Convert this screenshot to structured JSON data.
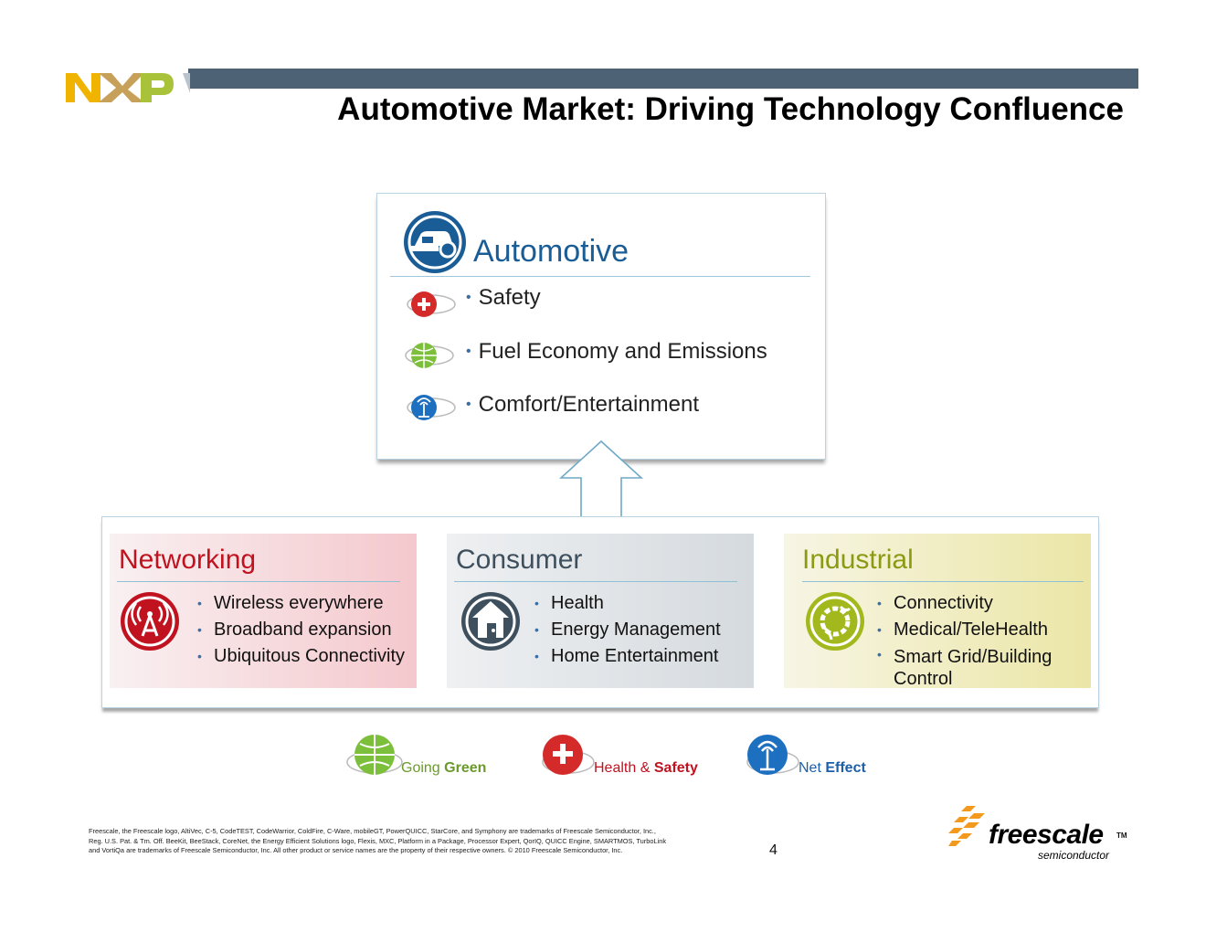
{
  "header": {
    "logo_text": "NXP",
    "title": "Automotive Market: Driving Technology Confluence"
  },
  "automotive": {
    "title": "Automotive",
    "items": [
      {
        "label": "Safety",
        "icon": "health-safety-icon"
      },
      {
        "label": "Fuel Economy and Emissions",
        "icon": "going-green-globe-icon"
      },
      {
        "label": "Comfort/Entertainment",
        "icon": "net-effect-antenna-icon"
      }
    ]
  },
  "markets": [
    {
      "title": "Networking",
      "icon": "wireless-tower-icon",
      "color": "#c0121f",
      "items": [
        "Wireless everywhere",
        "Broadband expansion",
        "Ubiquitous Connectivity"
      ]
    },
    {
      "title": "Consumer",
      "icon": "home-icon",
      "color": "#3e4f5e",
      "items": [
        "Health",
        "Energy Management",
        "Home Entertainment"
      ]
    },
    {
      "title": "Industrial",
      "icon": "gear-globe-icon",
      "color": "#8a9a12",
      "items": [
        "Connectivity",
        "Medical/TeleHealth",
        "Smart Grid/Building Control"
      ]
    }
  ],
  "badges": [
    {
      "pre": "Going ",
      "bold": "Green",
      "color": "#6a9a2a"
    },
    {
      "pre": "Health & ",
      "bold": "Safety",
      "color": "#c0121f"
    },
    {
      "pre": "Net ",
      "bold": "Effect",
      "color": "#1d5ea8"
    }
  ],
  "footer": {
    "legal_1": "Freescale, the Freescale logo, AltiVec, C-5, CodeTEST, CodeWarrior, ColdFire, C-Ware, mobileGT, PowerQUICC, StarCore, and Symphony are trademarks of Freescale Semiconductor, Inc.,",
    "legal_2": "Reg. U.S. Pat. & Tm. Off.  BeeKit, BeeStack, CoreNet, the Energy Efficient Solutions logo, Flexis, MXC, Platform in a Package, Processor Expert, QorIQ, QUICC Engine, SMARTMOS, TurboLink",
    "legal_3": "and VortiQa are trademarks of Freescale Semiconductor, Inc. All other product or service names are the property of their respective owners. © 2010 Freescale Semiconductor, Inc.",
    "page_number": "4",
    "brand_word": "freescale",
    "brand_tm": "TM",
    "brand_sub": "semiconductor"
  },
  "colors": {
    "header_bar": "#4d6274",
    "automotive_blue": "#1a5d96",
    "nxp_yellow": "#f0b400",
    "nxp_green": "#a8c23a",
    "freescale_orange": "#f39a1e"
  }
}
